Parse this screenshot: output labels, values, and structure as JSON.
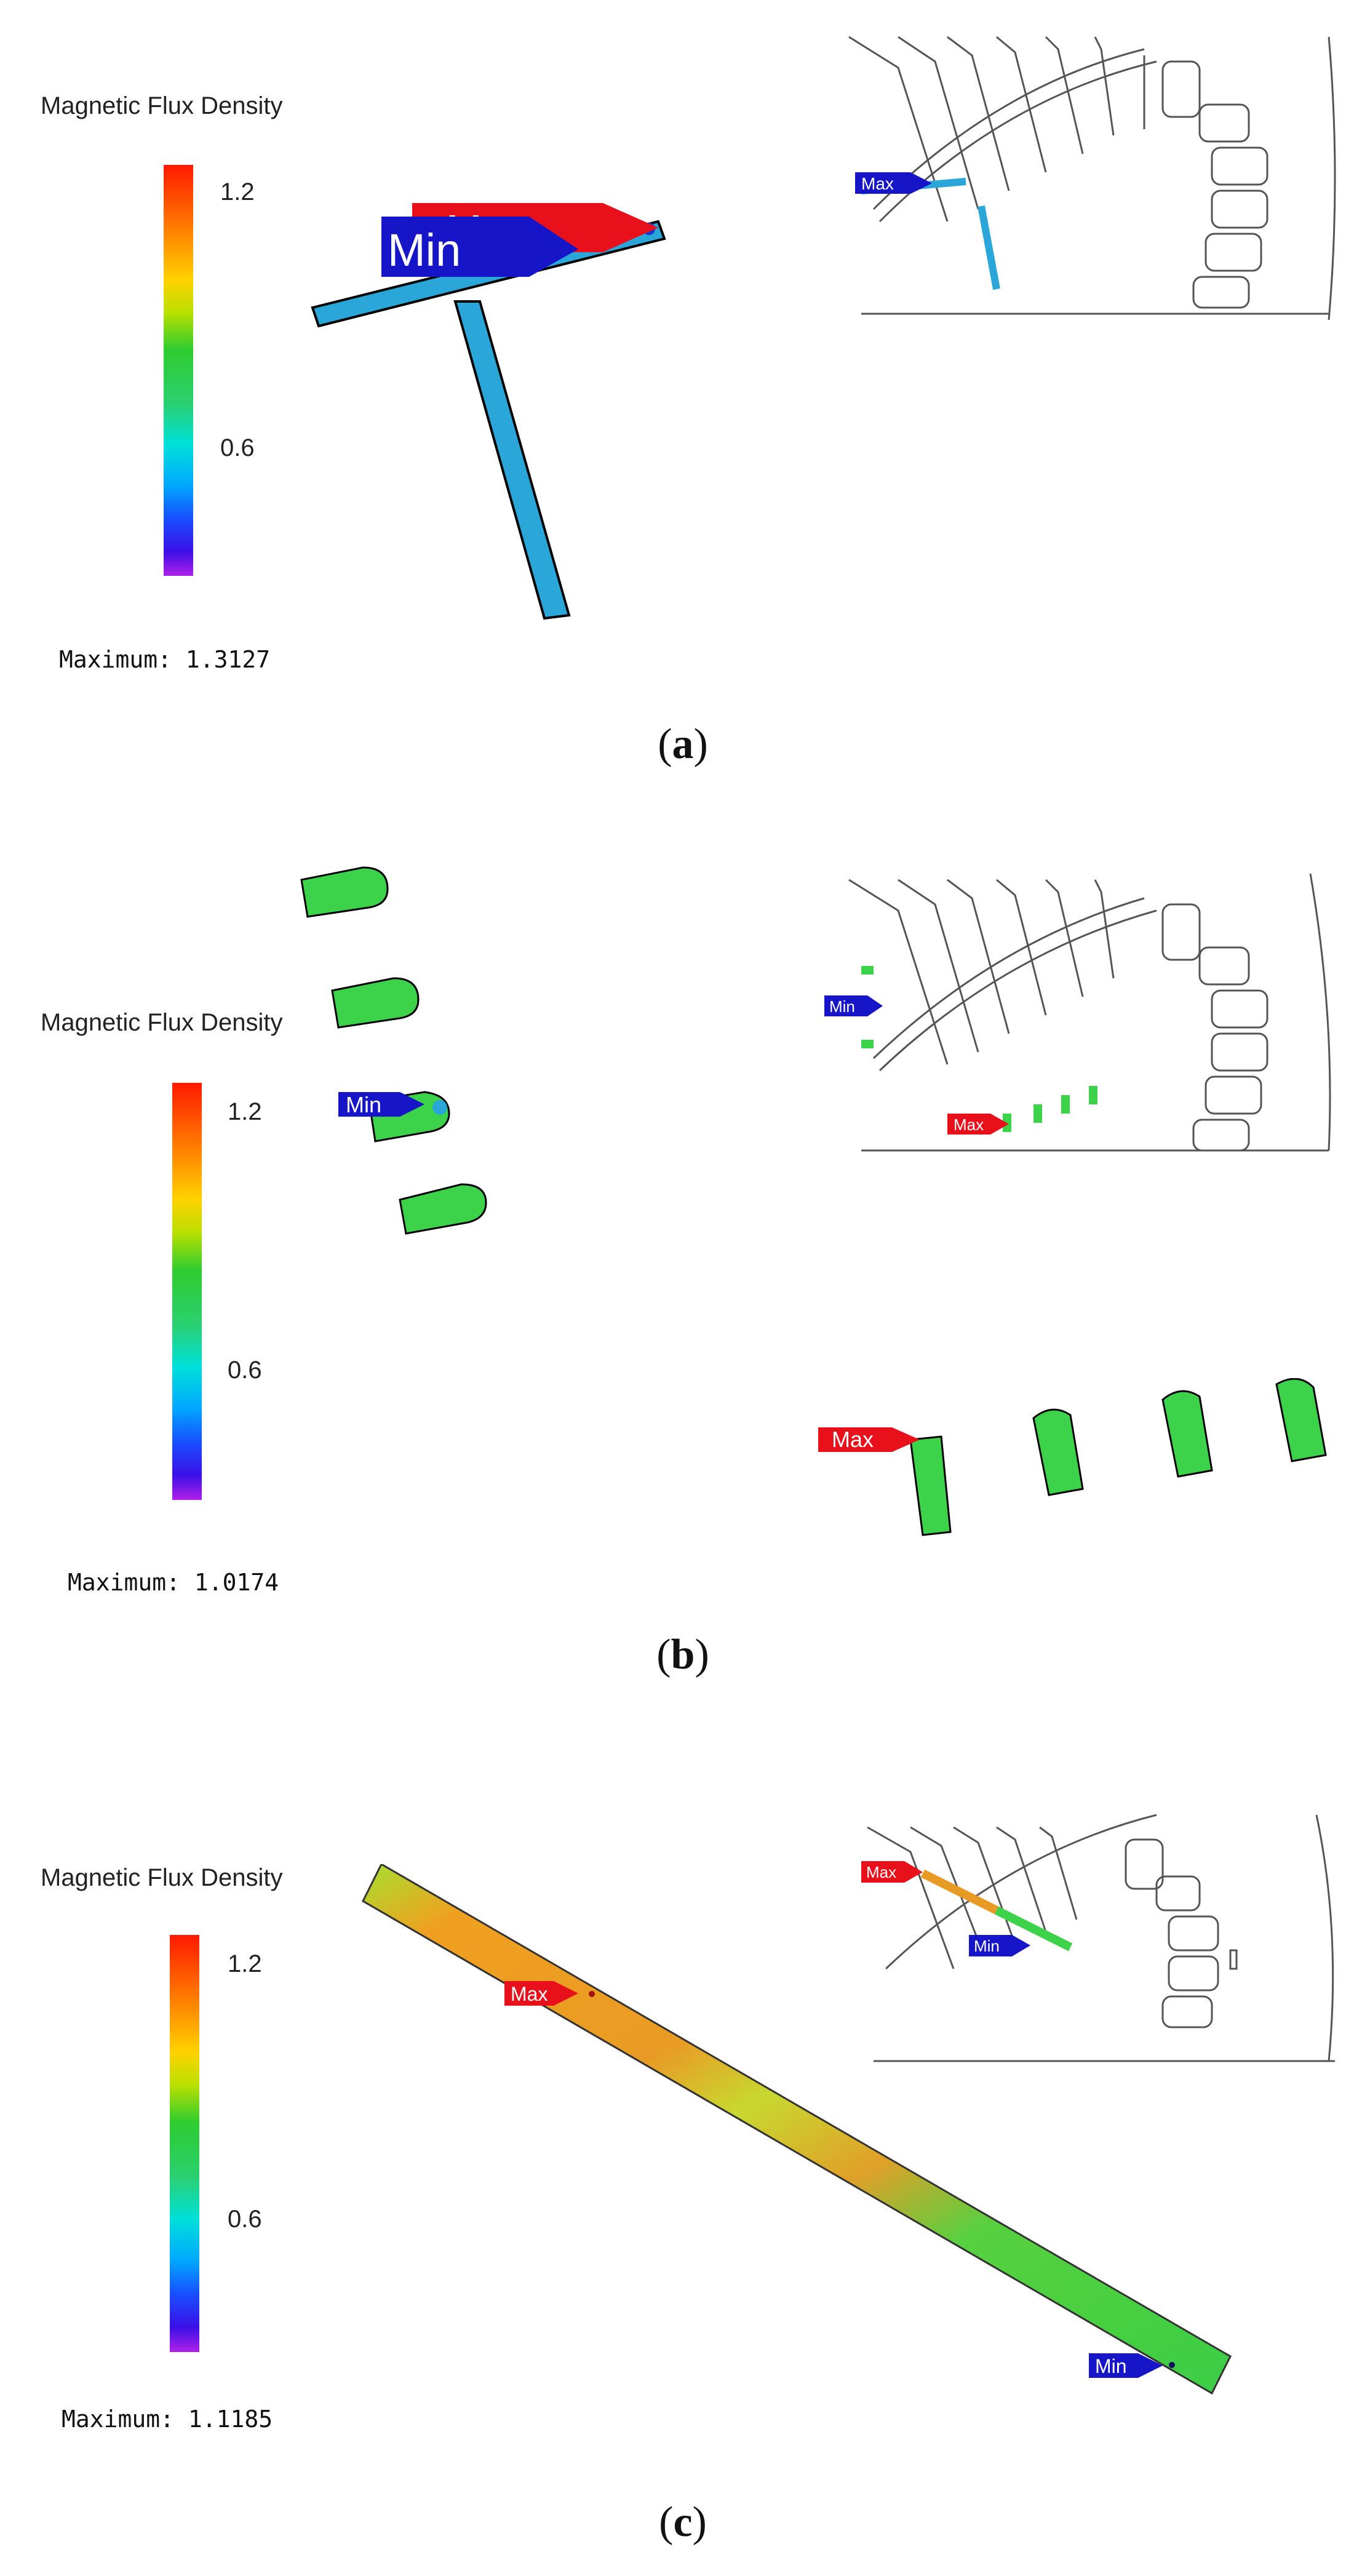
{
  "figure": {
    "panels": [
      {
        "id": "a",
        "legend_title": "Magnetic Flux Density",
        "tick_high": "1.2",
        "tick_mid": "0.6",
        "maximum_text": "Maximum: 1.3127",
        "sub_label": "a",
        "markers": [
          "Max",
          "Min"
        ],
        "inset_markers": [
          "Max"
        ]
      },
      {
        "id": "b",
        "legend_title": "Magnetic Flux Density",
        "tick_high": "1.2",
        "tick_mid": "0.6",
        "maximum_text": "Maximum: 1.0174",
        "sub_label": "b",
        "markers": [
          "Min",
          "Max"
        ],
        "inset_markers": [
          "Min",
          "Max"
        ]
      },
      {
        "id": "c",
        "legend_title": "Magnetic Flux Density",
        "tick_high": "1.2",
        "tick_mid": "0.6",
        "maximum_text": "Maximum: 1.1185",
        "sub_label": "c",
        "markers": [
          "Max",
          "Min"
        ],
        "inset_markers": [
          "Max",
          "Min"
        ]
      }
    ],
    "colors": {
      "max_tag": "#e8101a",
      "min_tag": "#1616c8",
      "green_bar": "#3cd34a",
      "cyan_bar": "#2aa6d8"
    }
  }
}
